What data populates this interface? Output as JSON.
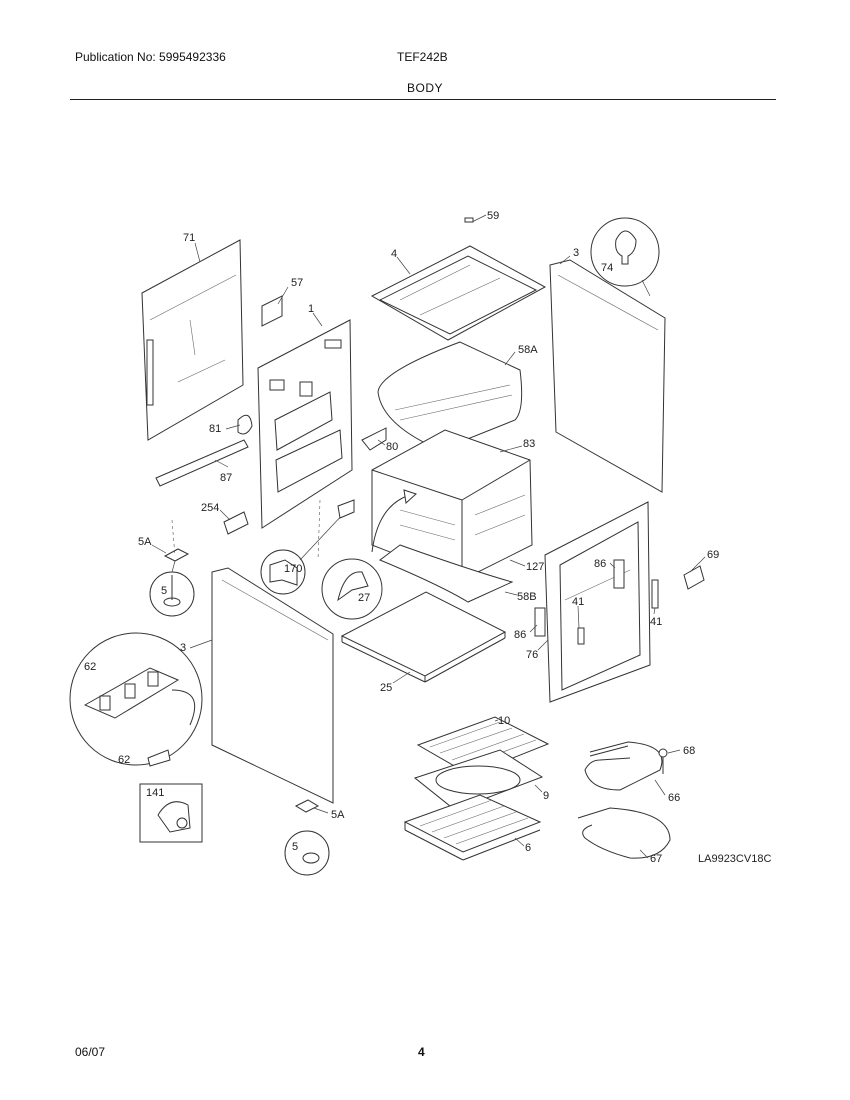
{
  "header": {
    "publication": "Publication No: 5995492336",
    "model": "TEF242B",
    "section": "BODY"
  },
  "footer": {
    "date": "06/07",
    "page": "4"
  },
  "diagram_code": "LA9923CV18C",
  "callouts": {
    "c59": "59",
    "c71": "71",
    "c4": "4",
    "c3a": "3",
    "c74": "74",
    "c57": "57",
    "c1": "1",
    "c58a": "58A",
    "c81": "81",
    "c80": "80",
    "c83": "83",
    "c87": "87",
    "c254": "254",
    "c5a_top": "5A",
    "c5_top": "5",
    "c170": "170",
    "c27": "27",
    "c127": "127",
    "c69": "69",
    "c86a": "86",
    "c58b": "58B",
    "c41a": "41",
    "c41b": "41",
    "c86b": "86",
    "c76": "76",
    "c3b": "3",
    "c25": "25",
    "c62a": "62",
    "c62b": "62",
    "c10": "10",
    "c9": "9",
    "c6": "6",
    "c68": "68",
    "c66": "66",
    "c67": "67",
    "c141": "141",
    "c5a_bot": "5A",
    "c5_bot": "5"
  }
}
